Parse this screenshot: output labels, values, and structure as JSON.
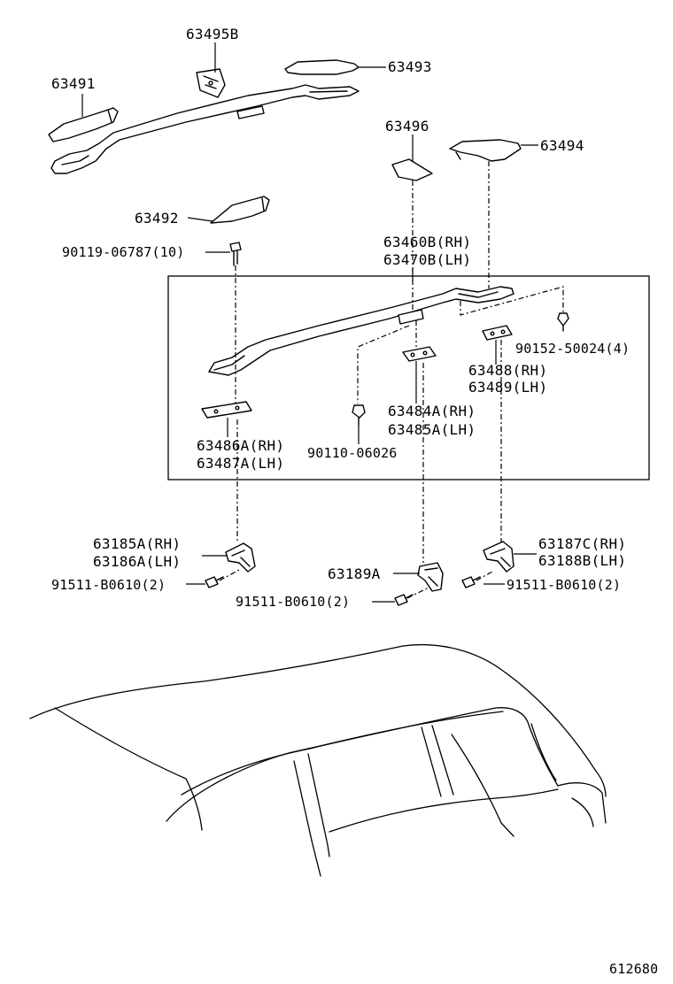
{
  "labels": {
    "p63495B": "63495B",
    "p63491": "63491",
    "p63493": "63493",
    "p63496": "63496",
    "p63494": "63494",
    "p63492": "63492",
    "p90119": "90119-06787(10)",
    "p63460B": "63460B(RH)",
    "p63470B": "63470B(LH)",
    "p90152": "90152-50024(4)",
    "p63488": "63488(RH)",
    "p63489": "63489(LH)",
    "p63484A": "63484A(RH)",
    "p63485A": "63485A(LH)",
    "p63486A": "63486A(RH)",
    "p63487A": "63487A(LH)",
    "p90110": "90110-06026",
    "p63185A": "63185A(RH)",
    "p63186A": "63186A(LH)",
    "p63187C": "63187C(RH)",
    "p63188B": "63188B(LH)",
    "p63189A": "63189A",
    "p91511_left": "91511-B0610(2)",
    "p91511_center": "91511-B0610(2)",
    "p91511_right": "91511-B0610(2)"
  },
  "diagram_id": "612680"
}
